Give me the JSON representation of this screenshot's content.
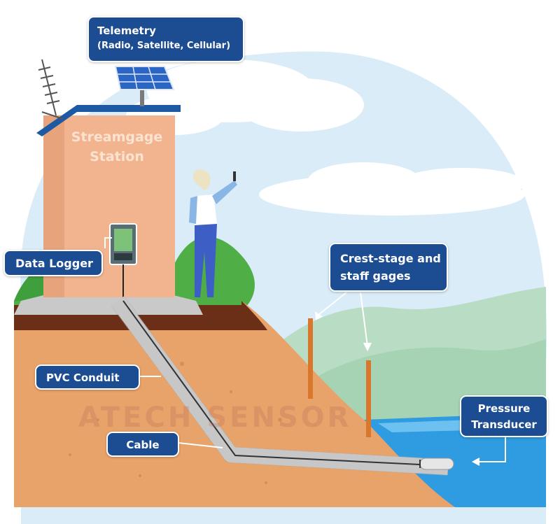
{
  "labels": {
    "telemetry_title": "Telemetry",
    "telemetry_subtitle": "(Radio, Satellite, Cellular)",
    "station_line1": "Streamgage",
    "station_line2": "Station",
    "data_logger": "Data Logger",
    "crest_stage_line1": "Crest-stage and",
    "crest_stage_line2": "staff gages",
    "pvc_conduit": "PVC Conduit",
    "cable": "Cable",
    "pressure_line1": "Pressure",
    "pressure_line2": "Transducer"
  },
  "watermark": "ATECH SENSOR",
  "colors": {
    "label_bg": "#1c4d93",
    "sky": "#d9ecf8",
    "soil": "#e8a36a",
    "topsoil": "#6b2f17",
    "station_wall": "#f1b48e",
    "roof": "#1e5aa3",
    "water": "#2f9be0",
    "hill_green": "#4fae45",
    "hill_light": "#b9dcc4",
    "pipe": "#d8d8d8",
    "gage_post": "#d9772d"
  },
  "icons": [
    "antenna-icon",
    "solar-panel-icon",
    "data-logger-icon",
    "person-icon"
  ]
}
